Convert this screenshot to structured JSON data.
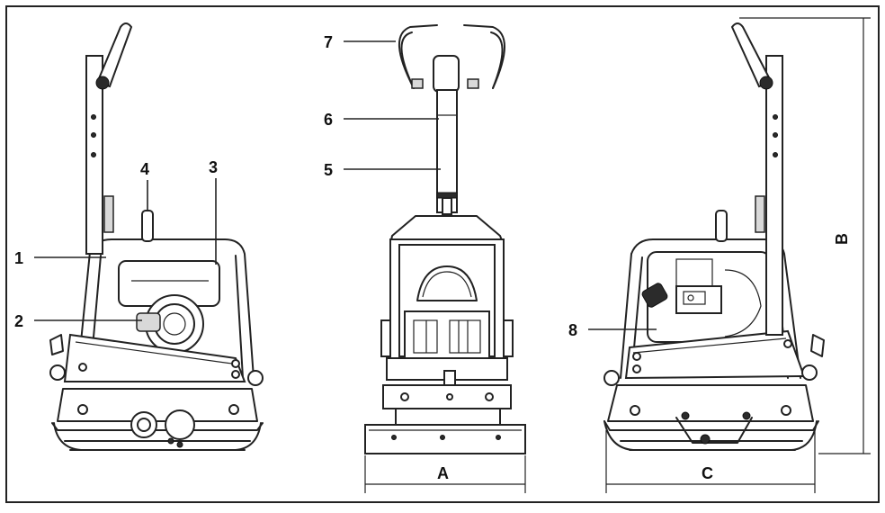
{
  "callouts": [
    {
      "id": "1",
      "label": "1"
    },
    {
      "id": "2",
      "label": "2"
    },
    {
      "id": "3",
      "label": "3"
    },
    {
      "id": "4",
      "label": "4"
    },
    {
      "id": "5",
      "label": "5"
    },
    {
      "id": "6",
      "label": "6"
    },
    {
      "id": "7",
      "label": "7"
    },
    {
      "id": "8",
      "label": "8"
    }
  ],
  "dimensions": {
    "a": "A",
    "b": "B",
    "c": "C"
  },
  "colors": {
    "line": "#222222",
    "background": "#ffffff"
  }
}
